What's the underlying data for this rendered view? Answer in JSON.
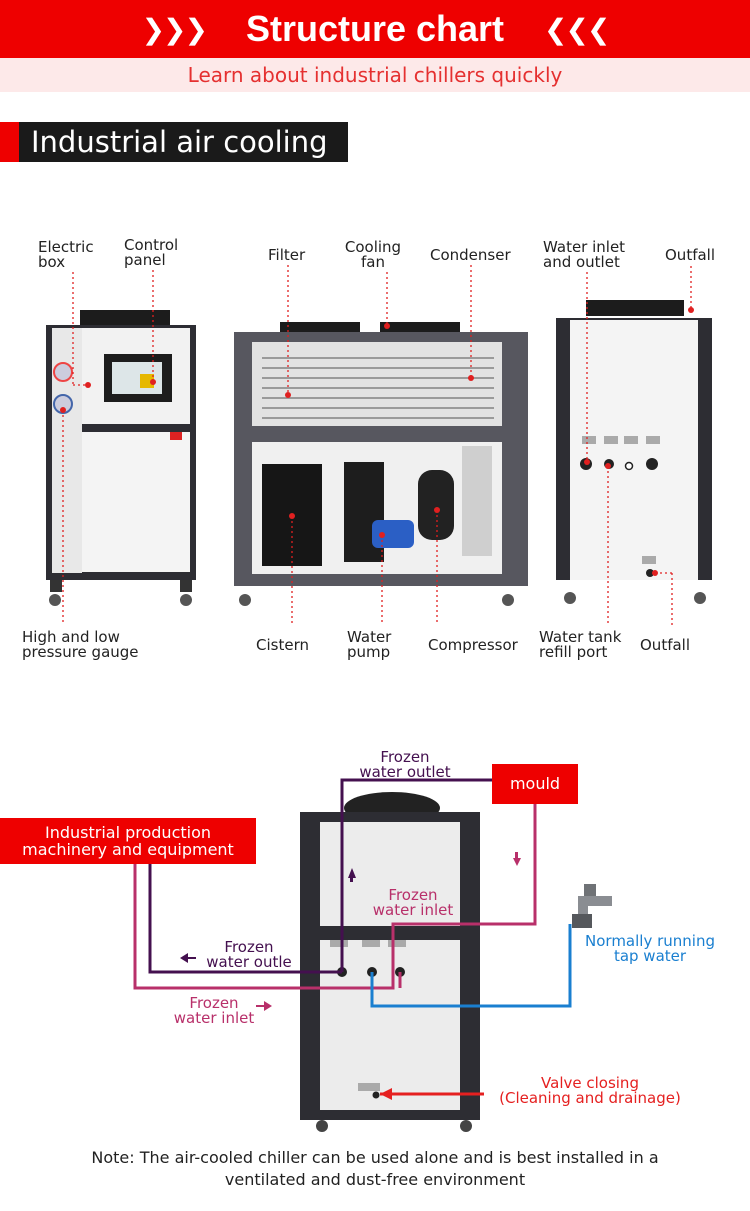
{
  "header": {
    "title": "Structure chart",
    "left_chevrons": "❯❯❯",
    "right_chevrons": "❮❮❮"
  },
  "subtitle": "Learn about industrial chillers quickly",
  "section_title": "Industrial air cooling",
  "parts": {
    "electric_box": [
      "Electric",
      "box"
    ],
    "control_panel": [
      "Control",
      "panel"
    ],
    "filter": "Filter",
    "cooling_fan": [
      "Cooling",
      "fan"
    ],
    "condenser": "Condenser",
    "water_inlet_outlet": [
      "Water inlet",
      "and outlet"
    ],
    "outfall_top": "Outfall",
    "pressure_gauge": [
      "High and low",
      "pressure gauge"
    ],
    "cistern": "Cistern",
    "water_pump": [
      "Water",
      "pump"
    ],
    "compressor": "Compressor",
    "refill_port": [
      "Water tank",
      "refill port"
    ],
    "outfall_bottom": "Outfall"
  },
  "flow": {
    "frozen_outlet_top": [
      "Frozen",
      "water outlet"
    ],
    "mould": "mould",
    "machinery": [
      "Industrial production",
      "machinery and equipment"
    ],
    "frozen_inlet_mid": [
      "Frozen",
      "water inlet"
    ],
    "frozen_outlet_left": [
      "Frozen",
      "water outle"
    ],
    "frozen_inlet_left": [
      "Frozen",
      "water inlet"
    ],
    "tap_water": [
      "Normally running",
      "tap water"
    ],
    "valve": [
      "Valve closing",
      "(Cleaning and drainage)"
    ]
  },
  "note": [
    "Note: The air-cooled chiller can be used alone and is best installed in a",
    "ventilated and dust-free environment"
  ],
  "colors": {
    "red": "#ee0000",
    "purple": "#44104f",
    "magenta": "#b8306a",
    "blue": "#1a7fd0"
  }
}
